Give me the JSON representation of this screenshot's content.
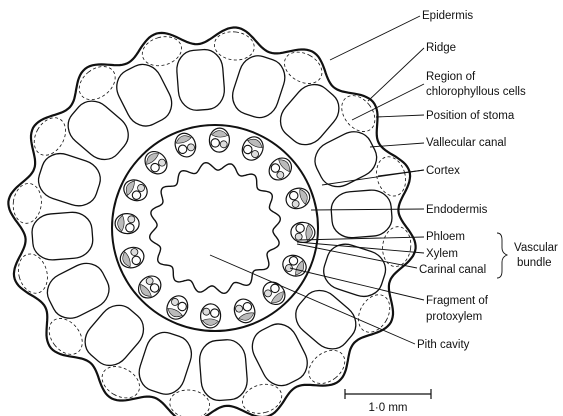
{
  "labels": {
    "epidermis": "Epidermis",
    "ridge": "Ridge",
    "region_line1": "Region of",
    "region_line2": "chlorophyllous cells",
    "stoma": "Position of stoma",
    "vallecular": "Vallecular canal",
    "cortex": "Cortex",
    "endodermis": "Endodermis",
    "phloem": "Phloem",
    "xylem": "Xylem",
    "carinal": "Carinal canal",
    "vascular_line1": "Vascular",
    "vascular_line2": "bundle",
    "fragment_line1": "Fragment of",
    "fragment_line2": "protoxylem",
    "pith": "Pith cavity"
  },
  "scale_bar": {
    "label": "1·0 mm"
  }
}
